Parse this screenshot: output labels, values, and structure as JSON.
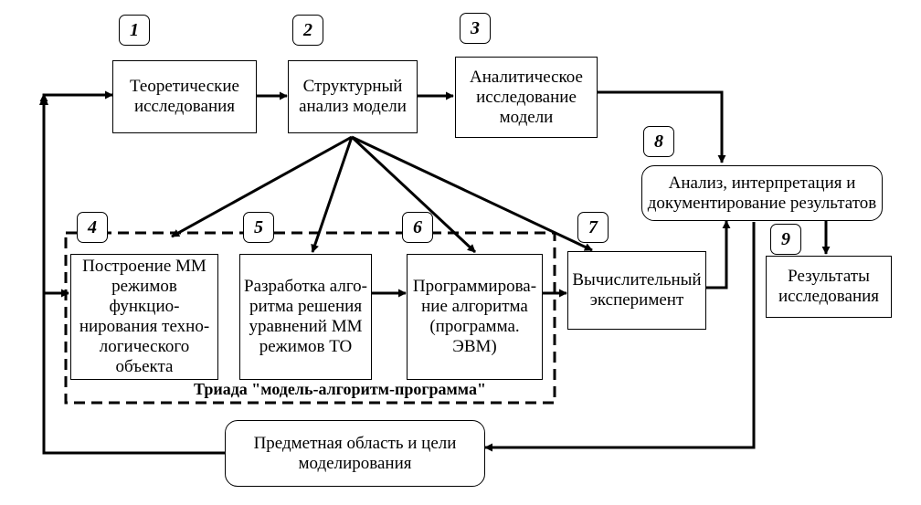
{
  "numbers": [
    "1",
    "2",
    "3",
    "4",
    "5",
    "6",
    "7",
    "8",
    "9"
  ],
  "boxes": {
    "b1": "Теоретические исследования",
    "b2": "Структурный анализ модели",
    "b3": "Аналитическое исследование модели",
    "b4": "Построение ММ режимов функцио-нирования техно-логического объекта",
    "b5": "Разработка алго-ритма решения уравнений ММ режимов ТО",
    "b6": "Программирова-ние алгоритма (программа. ЭВМ)",
    "b7": "Вычислительный эксперимент",
    "b8": "Анализ, интерпретация и документирование результатов",
    "b9": "Результаты исследования",
    "b10": "Предметная область и цели моделирования"
  },
  "triad_label": "Триада \"модель-алгоритм-программа\""
}
